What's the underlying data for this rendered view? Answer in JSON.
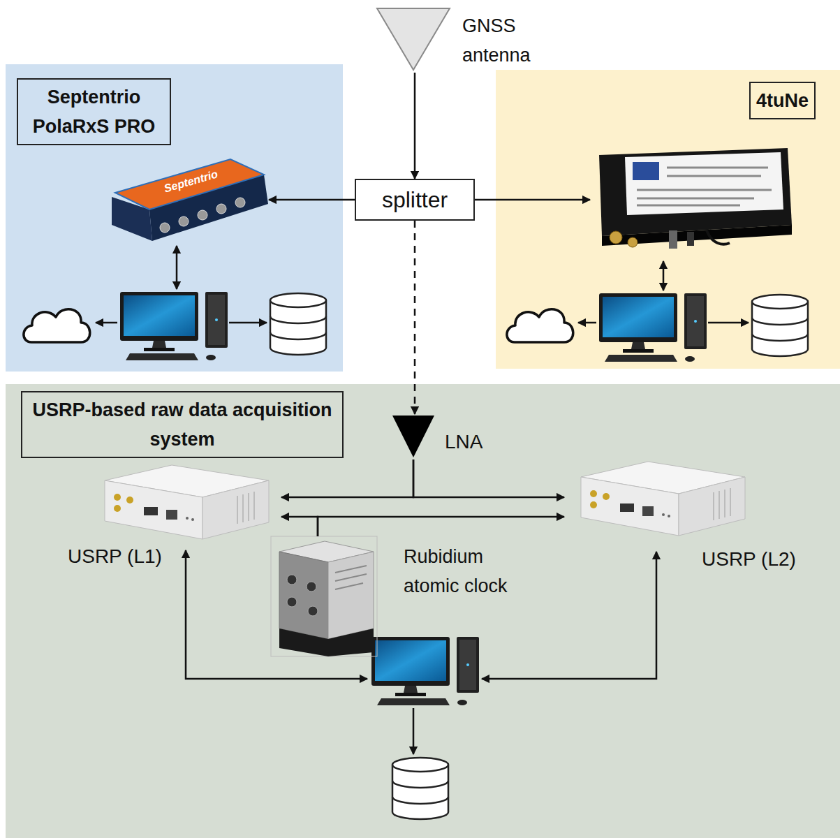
{
  "diagram": {
    "nodes": [
      {
        "text": [
          "GNSS antenna"
        ]
      },
      {
        "text": [
          "Septentrio PolaRxS PRO"
        ]
      },
      {
        "text": [
          "splitter"
        ]
      },
      {
        "text": [
          "4tuNe"
        ]
      },
      {
        "text": [
          "USRP-based raw data acquisition system"
        ]
      },
      {
        "text": [
          "LNA"
        ],
        "in": 4
      },
      {
        "text": [
          "USRP (L1)"
        ],
        "in": 4
      },
      {
        "text": [
          "Rubidium atomic clock"
        ],
        "in": 4
      },
      {
        "text": [
          "USRP (L2)"
        ],
        "in": 4
      }
    ],
    "edges": [
      {
        "from": 0,
        "to": 2,
        "arrow": "to"
      },
      {
        "from": 2,
        "to": 1,
        "arrow": "to"
      },
      {
        "from": 2,
        "to": 3,
        "arrow": "to"
      },
      {
        "from": 2,
        "to": 5,
        "arrow": "to"
      },
      {
        "from": 5,
        "to": 6,
        "arrow": "to"
      },
      {
        "from": 5,
        "to": 8,
        "arrow": "to"
      },
      {
        "from": 7,
        "to": 6,
        "arrow": "to"
      },
      {
        "from": 7,
        "to": 8,
        "arrow": "to"
      }
    ],
    "labels": [
      "Septentrio"
    ]
  }
}
